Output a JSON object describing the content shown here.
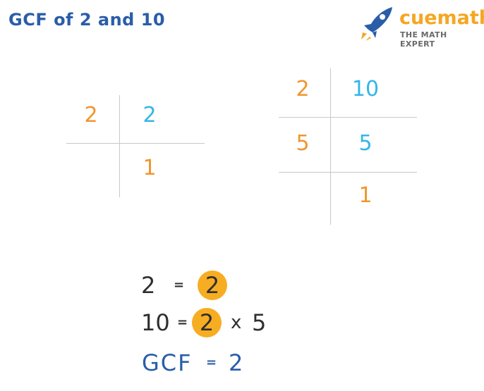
{
  "title": "GCF of 2 and 10",
  "logo": {
    "brand": "cuemath",
    "tagline": "THE MATH EXPERT",
    "icon": "rocket-icon"
  },
  "left_division": {
    "row1": {
      "divisor": "2",
      "dividend": "2"
    },
    "row2": {
      "quotient": "1"
    }
  },
  "right_division": {
    "row1": {
      "divisor": "2",
      "dividend": "10"
    },
    "row2": {
      "divisor": "5",
      "dividend": "5"
    },
    "row3": {
      "quotient": "1"
    }
  },
  "equations": {
    "line1": {
      "lhs": "2",
      "sign": "=",
      "factor": "2"
    },
    "line2": {
      "lhs": "10",
      "sign": "=",
      "factor": "2",
      "times": "x",
      "other": "5"
    },
    "line3": {
      "lhs": "GCF",
      "sign": "=",
      "value": "2"
    }
  },
  "colors": {
    "title": "#2a5da8",
    "divisor": "#f0962e",
    "dividend": "#35b6e8",
    "highlight": "#f7ad22"
  }
}
